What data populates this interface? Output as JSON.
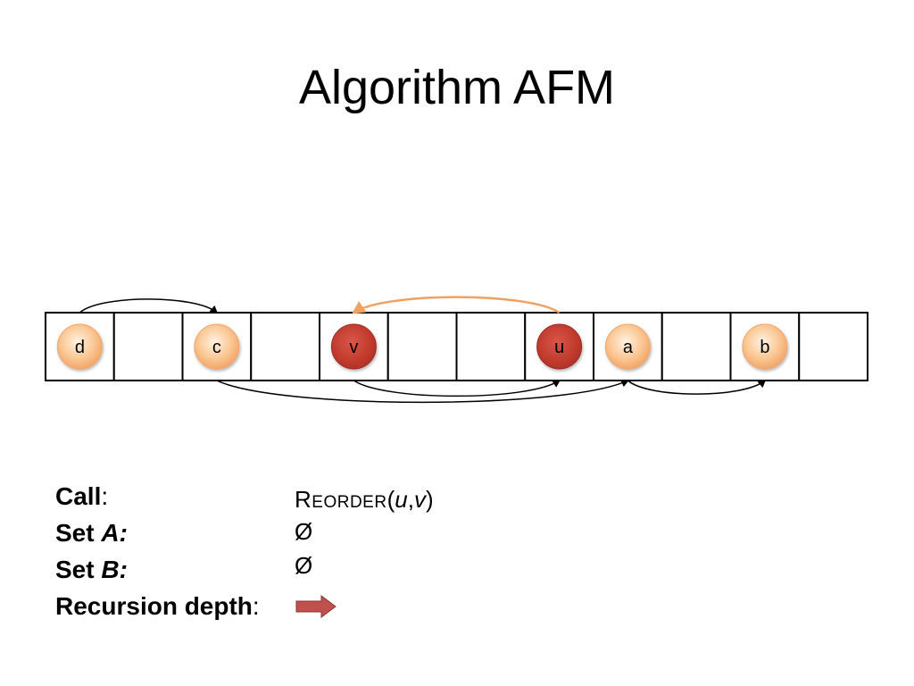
{
  "title": "Algorithm AFM",
  "cells": [
    {
      "label": "d",
      "style": "normal"
    },
    {
      "label": "",
      "style": "empty"
    },
    {
      "label": "c",
      "style": "normal"
    },
    {
      "label": "",
      "style": "empty"
    },
    {
      "label": "v",
      "style": "highlight"
    },
    {
      "label": "",
      "style": "empty"
    },
    {
      "label": "",
      "style": "empty"
    },
    {
      "label": "u",
      "style": "highlight"
    },
    {
      "label": "a",
      "style": "normal"
    },
    {
      "label": "",
      "style": "empty"
    },
    {
      "label": "b",
      "style": "normal"
    },
    {
      "label": "",
      "style": "empty"
    }
  ],
  "arcs": [
    {
      "from": 0,
      "to": 2,
      "side": "top",
      "color": "black",
      "arrow_at": "to"
    },
    {
      "from": 7,
      "to": 4,
      "side": "top",
      "color": "orange",
      "arrow_at": "to"
    },
    {
      "from": 2,
      "to": 8,
      "side": "bottom",
      "color": "black",
      "arrow_at": "to"
    },
    {
      "from": 4,
      "to": 7,
      "side": "bottom",
      "color": "black",
      "arrow_at": "to"
    },
    {
      "from": 8,
      "to": 10,
      "side": "bottom",
      "color": "black",
      "arrow_at": "to"
    }
  ],
  "colors": {
    "node_normal_fill": "#fbc28f",
    "node_normal_stroke": "#f5a56a",
    "node_highlight_fill": "#c0392b",
    "node_highlight_stroke": "#9e2a22",
    "arc_orange": "#f0a060",
    "arc_black": "#000000",
    "arrow_fill": "#c0504d"
  },
  "info": {
    "call_label": "Call",
    "call_colon": ":",
    "call_func": "Reorder",
    "call_func_first": "R",
    "call_func_rest": "eorder",
    "call_args_open": "(",
    "call_arg1": "u",
    "call_comma": ",",
    "call_arg2": "v",
    "call_args_close": ")",
    "set_a_label": "Set ",
    "set_a_name": "A:",
    "set_a_value": "Ø",
    "set_b_label": "Set ",
    "set_b_name": "B:",
    "set_b_value": "Ø",
    "depth_label": "Recursion depth",
    "depth_colon": ":",
    "depth_arrows": 1
  }
}
